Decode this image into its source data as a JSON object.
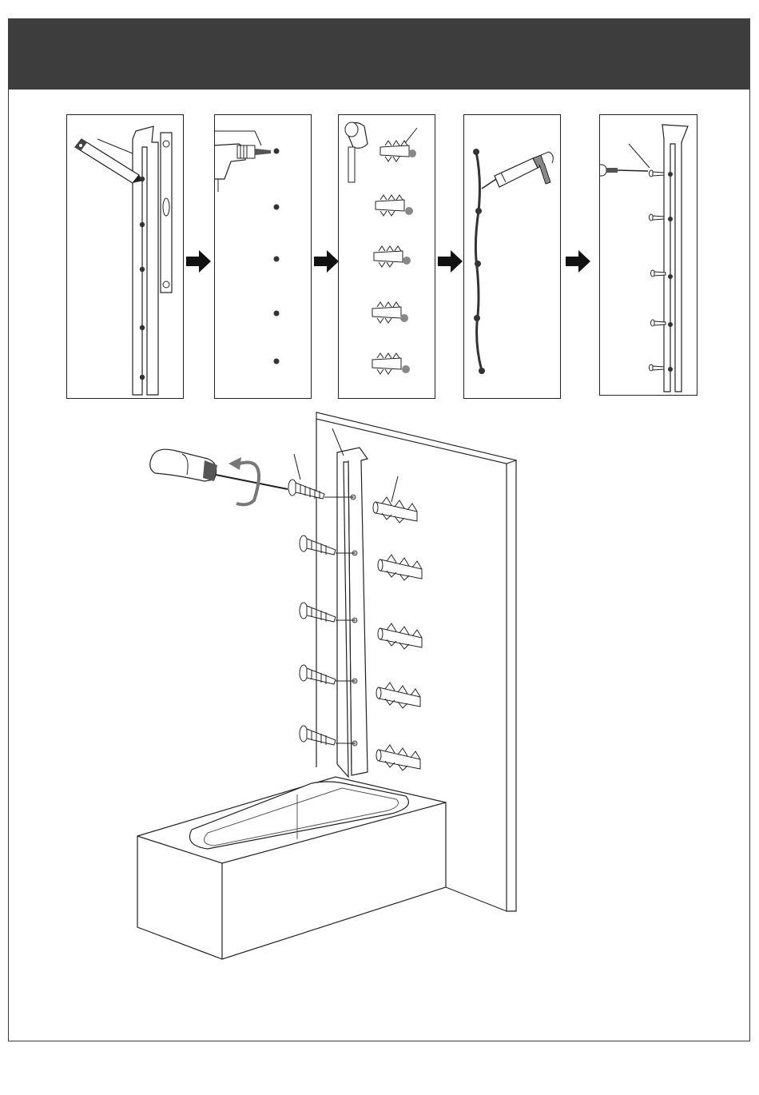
{
  "header": {
    "color": "#3d3d3d"
  },
  "steps": [
    {
      "id": 1,
      "icon": "pencil-marking-icon"
    },
    {
      "id": 2,
      "icon": "drill-icon"
    },
    {
      "id": 3,
      "icon": "hammer-icon"
    },
    {
      "id": 4,
      "icon": "sealant-gun-icon"
    },
    {
      "id": 5,
      "icon": "screwdriver-icon"
    }
  ],
  "main": {
    "screw_count": 5,
    "anchor_count": 5,
    "icons": [
      "screwdriver-icon",
      "rotation-arrow-icon",
      "screw-icon",
      "wall-plug-icon",
      "bathtub-icon",
      "wall-profile-icon"
    ]
  }
}
